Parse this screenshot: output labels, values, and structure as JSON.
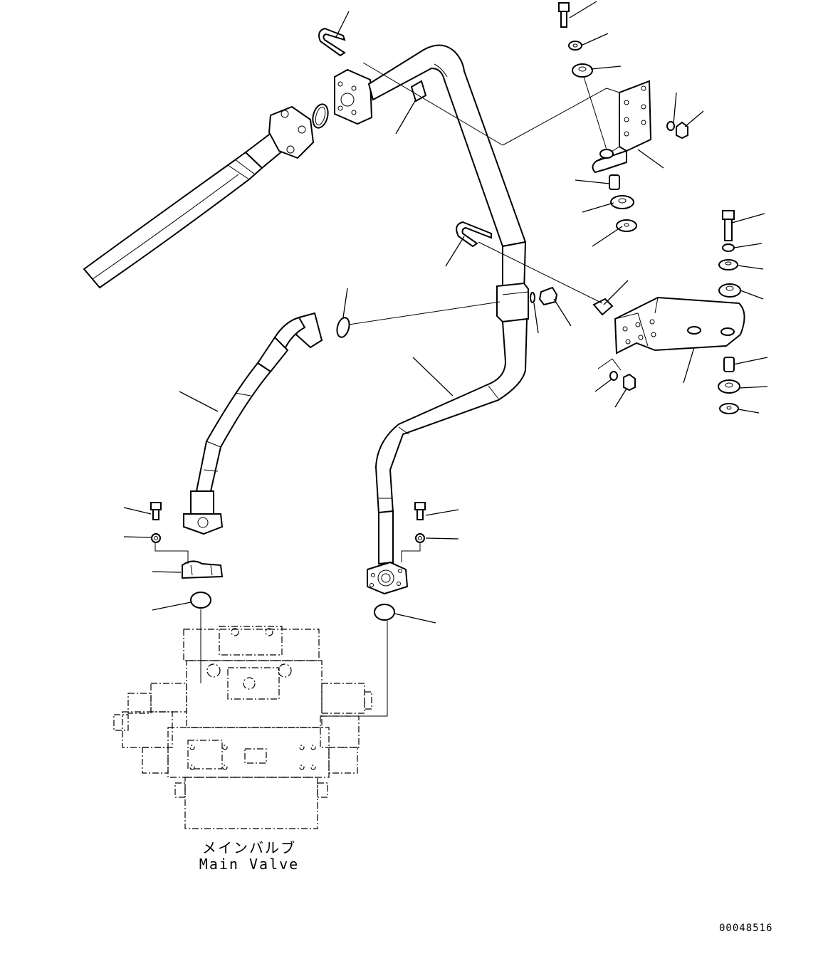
{
  "labels": {
    "component_jp": "メインバルブ",
    "component_en": "Main Valve"
  },
  "drawing_number": "00048516"
}
